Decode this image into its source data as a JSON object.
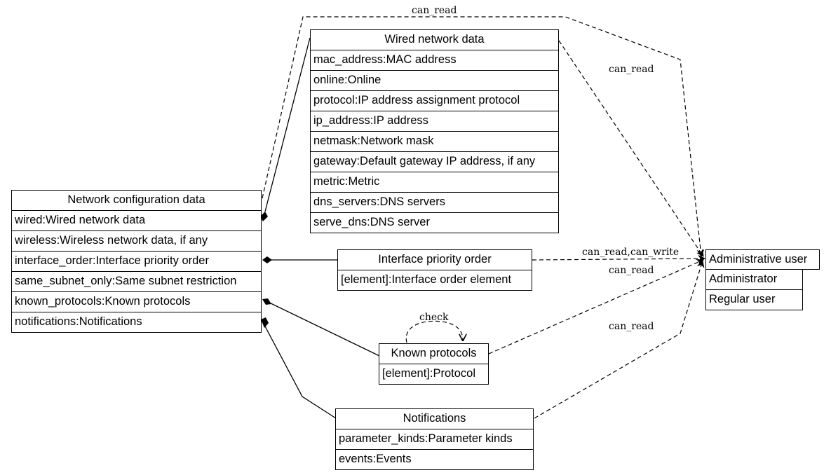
{
  "boxes": {
    "network_config": {
      "title": "Network configuration data",
      "rows": [
        "wired:Wired network data",
        "wireless:Wireless network data, if any",
        "interface_order:Interface priority order",
        "same_subnet_only:Same subnet restriction",
        "known_protocols:Known protocols",
        "notifications:Notifications"
      ]
    },
    "wired": {
      "title": "Wired network data",
      "rows": [
        "mac_address:MAC address",
        "online:Online",
        "protocol:IP address assignment protocol",
        "ip_address:IP address",
        "netmask:Network mask",
        "gateway:Default gateway IP address, if any",
        "metric:Metric",
        "dns_servers:DNS servers",
        "serve_dns:DNS server"
      ]
    },
    "interface_order": {
      "title": "Interface priority order",
      "rows": [
        "[element]:Interface order element"
      ]
    },
    "known_protocols": {
      "title": "Known protocols",
      "rows": [
        "[element]:Protocol"
      ]
    },
    "notifications": {
      "title": "Notifications",
      "rows": [
        "parameter_kinds:Parameter kinds",
        "events:Events"
      ]
    },
    "users": {
      "title": "Administrative user",
      "rows": [
        "Administrator",
        "Regular user"
      ]
    }
  },
  "edge_labels": {
    "config_can_read": "can_read",
    "wired_can_read": "can_read",
    "interface_can_read_write": "can_read,can_write",
    "interface_can_read": "can_read",
    "protocols_can_read": "can_read",
    "protocols_check": "check"
  }
}
